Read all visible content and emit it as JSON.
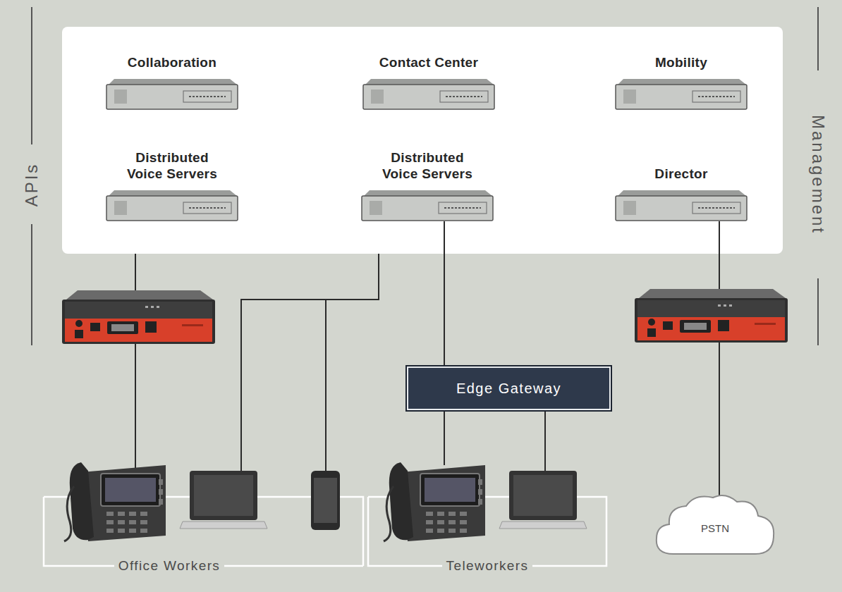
{
  "diagram": {
    "nodes": [
      {
        "text": [
          "Collaboration"
        ]
      },
      {
        "text": [
          "Contact Center"
        ]
      },
      {
        "text": [
          "Mobility"
        ]
      },
      {
        "text": [
          "Distributed Voice Servers"
        ]
      },
      {
        "text": [
          "Distributed Voice Servers"
        ]
      },
      {
        "text": [
          "Director"
        ]
      },
      {
        "text": [
          "Edge Gateway"
        ]
      },
      {
        "text": [
          "PSTN"
        ]
      }
    ],
    "edges": [
      {
        "from": 4,
        "to": 6,
        "arrow": "none"
      },
      {
        "from": 5,
        "to": 7,
        "arrow": "none"
      }
    ],
    "labels": [
      "APIs",
      "Management",
      "Office Workers",
      "Teleworkers"
    ]
  }
}
